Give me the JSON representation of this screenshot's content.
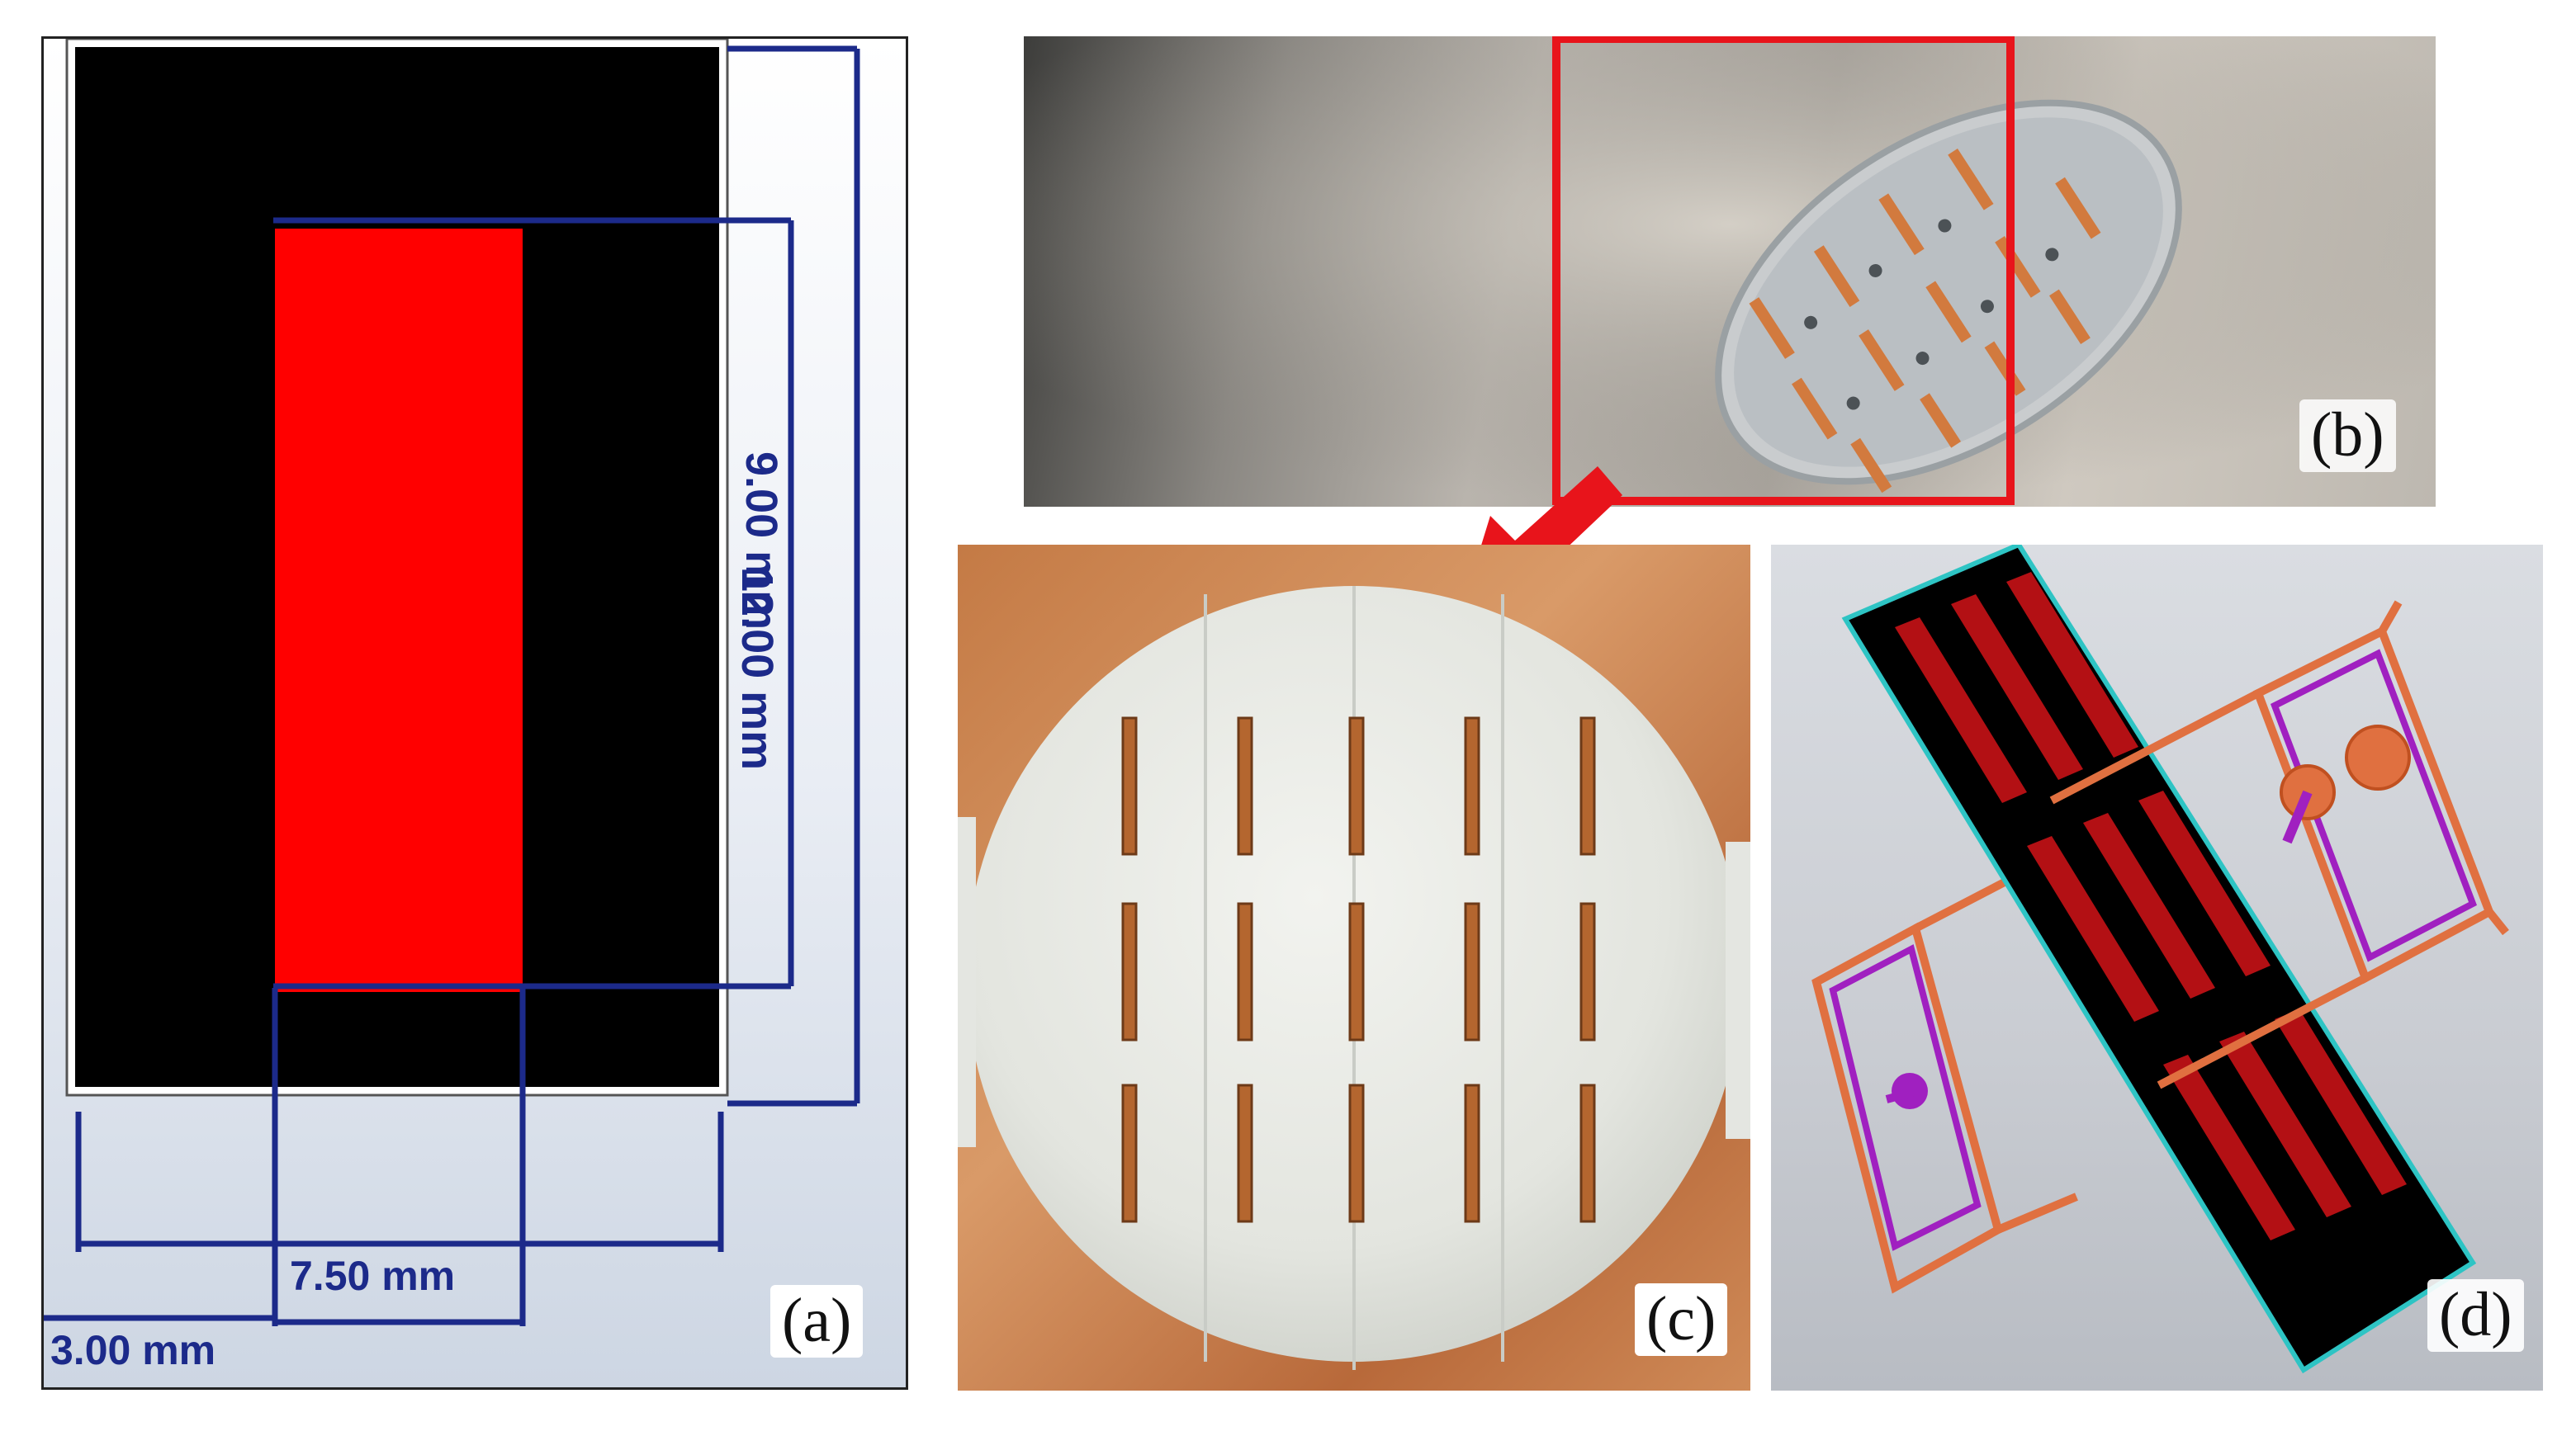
{
  "panels": {
    "a": {
      "label": "(a)",
      "dims": {
        "height_outer": "12.00 mm",
        "height_patch": "9.00 mm",
        "width_patch": "7.50 mm",
        "gap": "3.00 mm"
      }
    },
    "b": {
      "label": "(b)"
    },
    "c": {
      "label": "(c)"
    },
    "d": {
      "label": "(d)"
    }
  },
  "colors": {
    "substrate": "#000000",
    "patch": "#ff0000",
    "dimension_line": "#1c2a8a",
    "highlight": "#e8141b",
    "copper": "#d0875a",
    "teflon": "#e6e8e3",
    "array_patch": "#b31014",
    "feed_frame": "#e07040",
    "feed_inner": "#a020c0",
    "substrate_edge": "#2ec4c4"
  }
}
